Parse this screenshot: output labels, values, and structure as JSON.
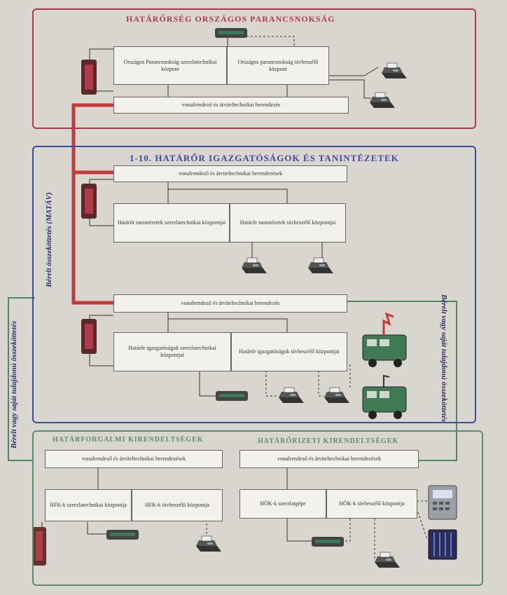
{
  "panels": {
    "hq": {
      "title": "HATÁRŐRSÉG ORSZÁGOS PARANCSNOKSÁG",
      "box_left": "Országos Parancsnokság szerzlatechnikai központ",
      "box_right": "Országos parancsnokság távbeszélő központ",
      "line_box": "vonalrendező és átviteltechnikai berendezés"
    },
    "directorates": {
      "title": "1-10. HATÁRŐR IGAZGATÓSÁGOK ÉS TANINTÉZETEK",
      "line_box_top": "vonalrendező és átviteltechnikai berendezések",
      "school_left": "Határőr tanintézetek szerzlatechnikai központjai",
      "school_right": "Határőr tanintézetek távbeszélő központjai",
      "line_box_mid": "vonalrendező és átviteltechnikai berendezés",
      "dir_left": "Határőr igazgatóságok szerzlatechnikai központjai",
      "dir_right": "Határőr igazgatóságok távbeszélő központjai"
    },
    "border": {
      "title_left": "HATÁRFORGALMI KIRENDELTSÉGEK",
      "title_right": "HATÁRŐRIZETI KIRENDELTSÉGEK",
      "line_box_left": "vonalrendező és átviteltechnikai berendezések",
      "line_box_right": "vonalrendező és átviteltechnikai berendezések",
      "hfk_left": "HFK-k szerzlatechnikai központja",
      "hfk_right": "HFK-k távbeszélő központja",
      "hok_left": "HÖK-k szerzlatgépe",
      "hok_right": "HÖK-k távbeszélő központja"
    }
  },
  "side_labels": {
    "leased_red": "Bérelt összeköttetés (MATÁV)",
    "leased_left": "Bérelt vagy saját tulajdonú összeköttetés",
    "leased_right": "Bérelt vagy saját tulajdonú összeköttetés"
  },
  "colors": {
    "background": "#d9d6cf",
    "hq_border": "#b03a4a",
    "dir_border": "#3c4aa0",
    "border_panel": "#5f8a72",
    "trunk_red": "#c23a3a",
    "green_line": "#4f8a66",
    "device_green": "#3a7a5a",
    "vehicle_green": "#3f7a55"
  }
}
